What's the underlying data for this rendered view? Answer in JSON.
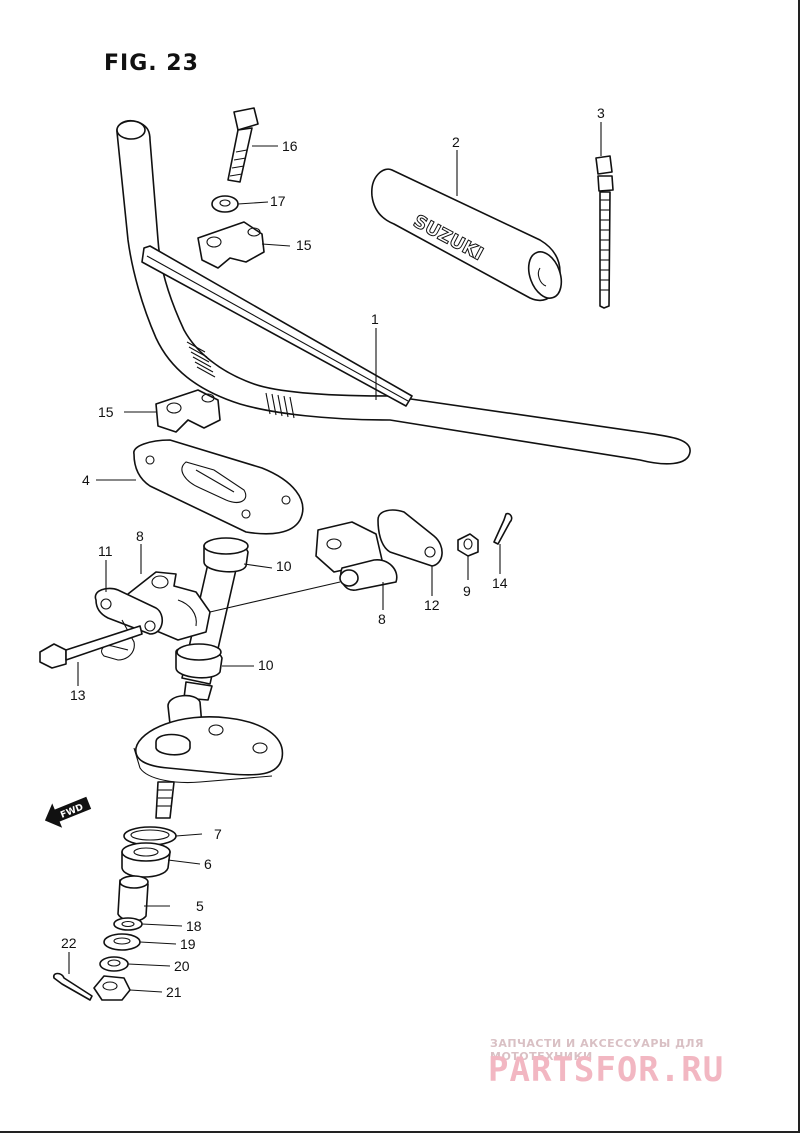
{
  "figure": {
    "title": "FIG. 23"
  },
  "grip_logo": "SUZUKI",
  "fwd_label": "FWD",
  "callouts": {
    "p1": "1",
    "p2": "2",
    "p3": "3",
    "p4": "4",
    "p5": "5",
    "p6": "6",
    "p7": "7",
    "p8a": "8",
    "p8b": "8",
    "p9": "9",
    "p10a": "10",
    "p10b": "10",
    "p11": "11",
    "p12": "12",
    "p13": "13",
    "p14": "14",
    "p15a": "15",
    "p15b": "15",
    "p16": "16",
    "p17": "17",
    "p18": "18",
    "p19": "19",
    "p20": "20",
    "p21": "21",
    "p22": "22"
  },
  "watermark": {
    "subtitle": "ЗАПЧАСТИ И АКСЕССУАРЫ ДЛЯ МОТОТЕХНИКИ",
    "brand": "PARTSFOR.RU"
  },
  "colors": {
    "line": "#111111",
    "watermark": "#f2b7c2"
  }
}
